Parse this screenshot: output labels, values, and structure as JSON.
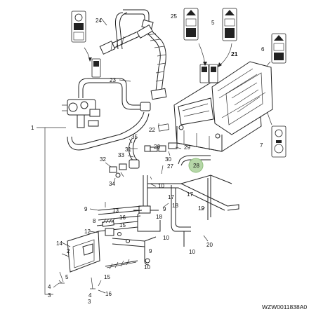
{
  "figure_id": "WZW0011838A0",
  "highlight": {
    "label": "28",
    "color": "#b6d7a8"
  },
  "callouts": {
    "c1": "1",
    "c2": "2",
    "c3": "3",
    "c4": "4",
    "c5": "5",
    "c6": "6",
    "c7": "7",
    "c8": "8",
    "c9a": "9",
    "c9b": "9",
    "c10a": "10",
    "c10b": "10",
    "c10c": "10",
    "c12": "12",
    "c13": "13",
    "c14": "14",
    "c15": "15",
    "c16": "16",
    "c17": "17",
    "c18": "18",
    "c19": "19",
    "c20": "20",
    "c21": "21",
    "c22": "22",
    "c23": "23",
    "c24": "24",
    "c25": "25",
    "c26": "26",
    "c27": "27",
    "c29": "29",
    "c30": "30",
    "c31": "31",
    "c32": "32",
    "c33": "33",
    "c34": "34",
    "c35": "35",
    "c3b": "3",
    "c4b": "4",
    "c5b": "5",
    "c9c": "9",
    "c10d": "10",
    "c15b": "15",
    "c16b": "16",
    "c17b": "17",
    "c18b": "18"
  }
}
